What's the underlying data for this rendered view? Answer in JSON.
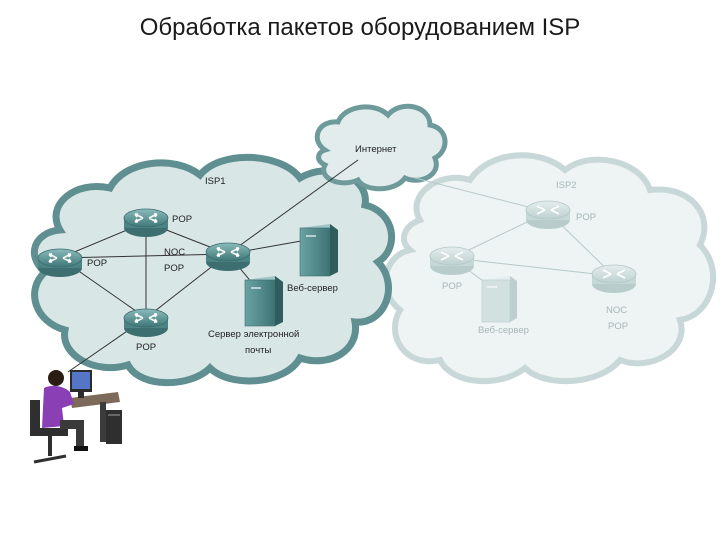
{
  "title": "Обработка пакетов оборудованием ISP",
  "internet": {
    "label": "Интернет"
  },
  "isp1": {
    "label": "ISP1",
    "pop_top": "POP",
    "pop_left": "POP",
    "noc": "NOC",
    "noc_pop": "POP",
    "pop_bottom": "POP",
    "web_server": "Веб-сервер",
    "mail_server_line1": "Сервер электронной",
    "mail_server_line2": "почты"
  },
  "isp2": {
    "label": "ISP2",
    "pop_top": "POP",
    "pop_left": "POP",
    "web_server": "Веб-сервер",
    "noc": "NOC",
    "noc_pop": "POP"
  },
  "colors": {
    "isp1_cloud_fill": "#d9e6e6",
    "isp1_cloud_stroke": "#5f8f90",
    "isp2_cloud_fill": "#eef3f3",
    "isp2_cloud_stroke": "#c3d4d4",
    "device": "#5d9596",
    "person": "#8b3fb5"
  }
}
